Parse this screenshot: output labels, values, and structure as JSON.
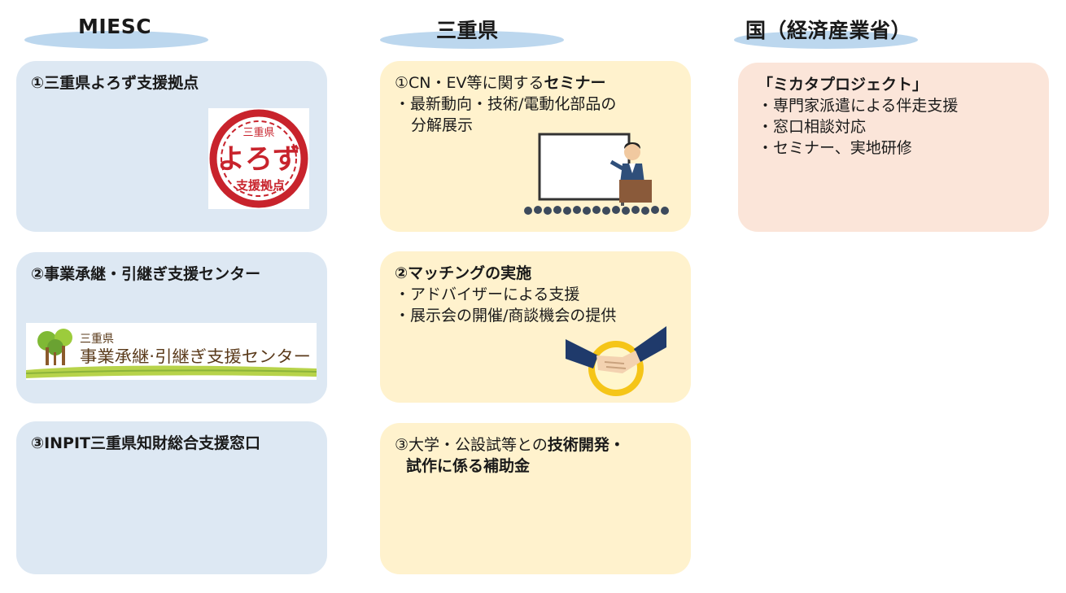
{
  "columns": {
    "miesc": {
      "header": "MIESC"
    },
    "mie": {
      "header": "三重県"
    },
    "kuni": {
      "header": "国（経済産業省）"
    }
  },
  "miesc_cards": [
    {
      "title": "①三重県よろず支援拠点",
      "logo_text": [
        "三重県",
        "よろず",
        "支援拠点"
      ]
    },
    {
      "title": "②事業承継・引継ぎ支援センター",
      "logo_text": [
        "三重県",
        "事業承継·引継ぎ支援センター"
      ]
    },
    {
      "title": "③INPIT三重県知財総合支援窓口"
    }
  ],
  "mie_cards": [
    {
      "title_normal": "①CN・EV等に関する",
      "title_bold": "セミナー",
      "bullets": [
        "・最新動向・技術/電動化部品の",
        "分解展示"
      ]
    },
    {
      "title": "②マッチングの実施",
      "bullets": [
        "・アドバイザーによる支援",
        "・展示会の開催/商談機会の提供"
      ]
    },
    {
      "title_normal": "③大学・公設試等との",
      "title_bold": "技術開発・",
      "title_line2": "試作に係る補助金"
    }
  ],
  "kuni_card": {
    "title": "「ミカタプロジェクト」",
    "bullets": [
      "・専門家派遣による伴走支援",
      "・窓口相談対応",
      "・セミナー、実地研修"
    ]
  },
  "colors": {
    "header_ellipse": "#bcd7ee",
    "blue_card": "#dde8f3",
    "yellow_card": "#fff2cd",
    "pink_card": "#fbe5d9",
    "yorozu_red": "#c8232c"
  }
}
